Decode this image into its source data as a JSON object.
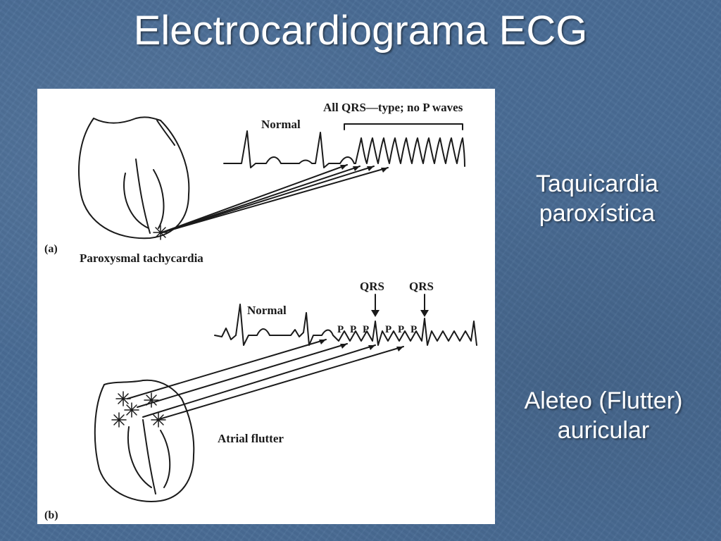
{
  "slide": {
    "title": "Electrocardiograma ECG",
    "label_a_line1": "Taquicardia",
    "label_a_line2": "paroxística",
    "label_b_line1": "Aleteo (Flutter)",
    "label_b_line2": "auricular"
  },
  "figure": {
    "panel_a": {
      "tag": "(a)",
      "caption": "Paroxysmal tachycardia",
      "normal_label": "Normal",
      "header": "All QRS—type; no P waves"
    },
    "panel_b": {
      "tag": "(b)",
      "caption": "Atrial flutter",
      "normal_label": "Normal",
      "qrs_labels": [
        "QRS",
        "QRS"
      ],
      "p_labels": [
        "P",
        "P",
        "P",
        "P",
        "P",
        "P"
      ]
    }
  }
}
